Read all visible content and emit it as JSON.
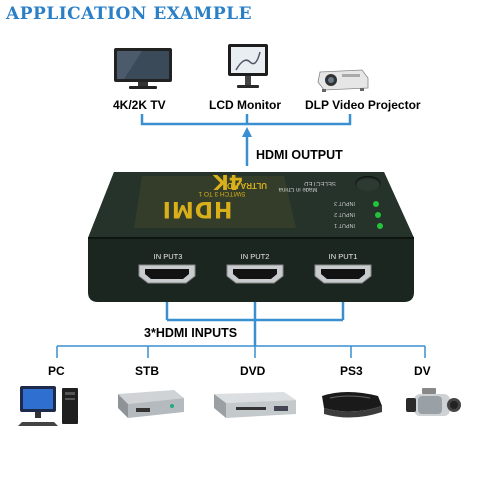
{
  "title": "APPLICATION EXAMPLE",
  "outputs": [
    {
      "label": "4K/2K TV",
      "icon": "tv-icon"
    },
    {
      "label": "LCD Monitor",
      "icon": "monitor-icon"
    },
    {
      "label": "DLP Video Projector",
      "icon": "projector-icon"
    }
  ],
  "output_label": "HDMI OUTPUT",
  "switch": {
    "logo": "HDMI",
    "resolution": "4K",
    "subtitle": "ULTRA HD",
    "model": "SWITCH 3 TO 1",
    "origin": "Made in China",
    "selected_label": "SELECTED",
    "indicators": [
      "INPUT 3",
      "INPUT 2",
      "INPUT 1"
    ],
    "ports": [
      "IN PUT3",
      "IN PUT2",
      "IN PUT1"
    ]
  },
  "inputs_label": "3*HDMI INPUTS",
  "inputs": [
    {
      "label": "PC",
      "icon": "pc-icon"
    },
    {
      "label": "STB",
      "icon": "stb-icon"
    },
    {
      "label": "DVD",
      "icon": "dvd-icon"
    },
    {
      "label": "PS3",
      "icon": "ps3-icon"
    },
    {
      "label": "DV",
      "icon": "camcorder-icon"
    }
  ],
  "colors": {
    "title": "#2a7fc7",
    "wire": "#3a8fd0",
    "device_body": "#1f2a22",
    "led": "#22c43a"
  }
}
